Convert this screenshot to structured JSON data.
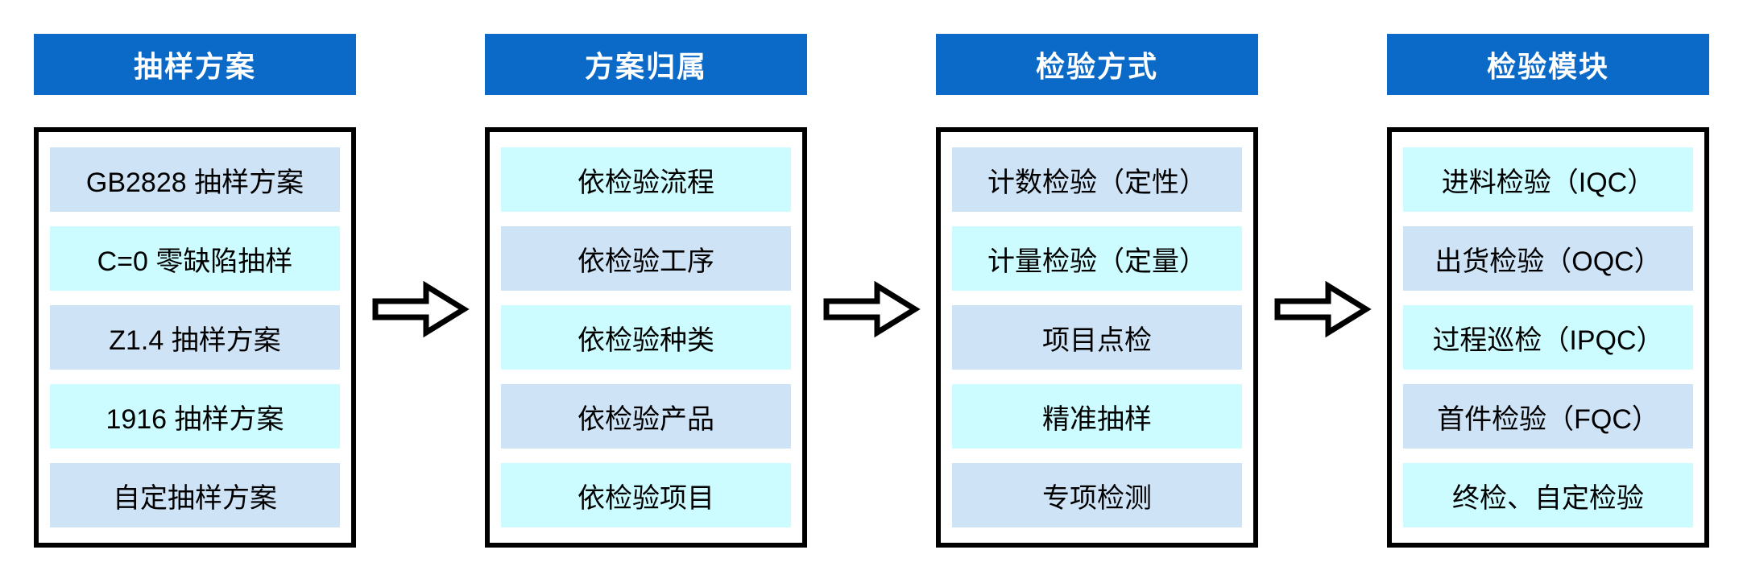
{
  "palette": {
    "header_bg": "#0b6ac8",
    "header_text": "#ffffff",
    "item_blue": "#cfe3f7",
    "item_cyan": "#ccfcff",
    "box_border": "#000000",
    "arrow_stroke": "#000000",
    "text": "#000000",
    "page_bg": "#ffffff"
  },
  "icons": {
    "arrow": "right-block-arrow"
  },
  "columns": [
    {
      "header": "抽样方案",
      "items": [
        {
          "label": "GB2828 抽样方案",
          "tone": "blue"
        },
        {
          "label": "C=0 零缺陷抽样",
          "tone": "cyan"
        },
        {
          "label": "Z1.4 抽样方案",
          "tone": "blue"
        },
        {
          "label": "1916 抽样方案",
          "tone": "cyan"
        },
        {
          "label": "自定抽样方案",
          "tone": "blue"
        }
      ]
    },
    {
      "header": "方案归属",
      "items": [
        {
          "label": "依检验流程",
          "tone": "cyan"
        },
        {
          "label": "依检验工序",
          "tone": "blue"
        },
        {
          "label": "依检验种类",
          "tone": "cyan"
        },
        {
          "label": "依检验产品",
          "tone": "blue"
        },
        {
          "label": "依检验项目",
          "tone": "cyan"
        }
      ]
    },
    {
      "header": "检验方式",
      "items": [
        {
          "label": "计数检验（定性）",
          "tone": "blue"
        },
        {
          "label": "计量检验（定量）",
          "tone": "cyan"
        },
        {
          "label": "项目点检",
          "tone": "blue"
        },
        {
          "label": "精准抽样",
          "tone": "cyan"
        },
        {
          "label": "专项检测",
          "tone": "blue"
        }
      ]
    },
    {
      "header": "检验模块",
      "items": [
        {
          "label": "进料检验（IQC）",
          "tone": "cyan"
        },
        {
          "label": "出货检验（OQC）",
          "tone": "blue"
        },
        {
          "label": "过程巡检（IPQC）",
          "tone": "cyan"
        },
        {
          "label": "首件检验（FQC）",
          "tone": "blue"
        },
        {
          "label": "终检、自定检验",
          "tone": "cyan"
        }
      ]
    }
  ]
}
